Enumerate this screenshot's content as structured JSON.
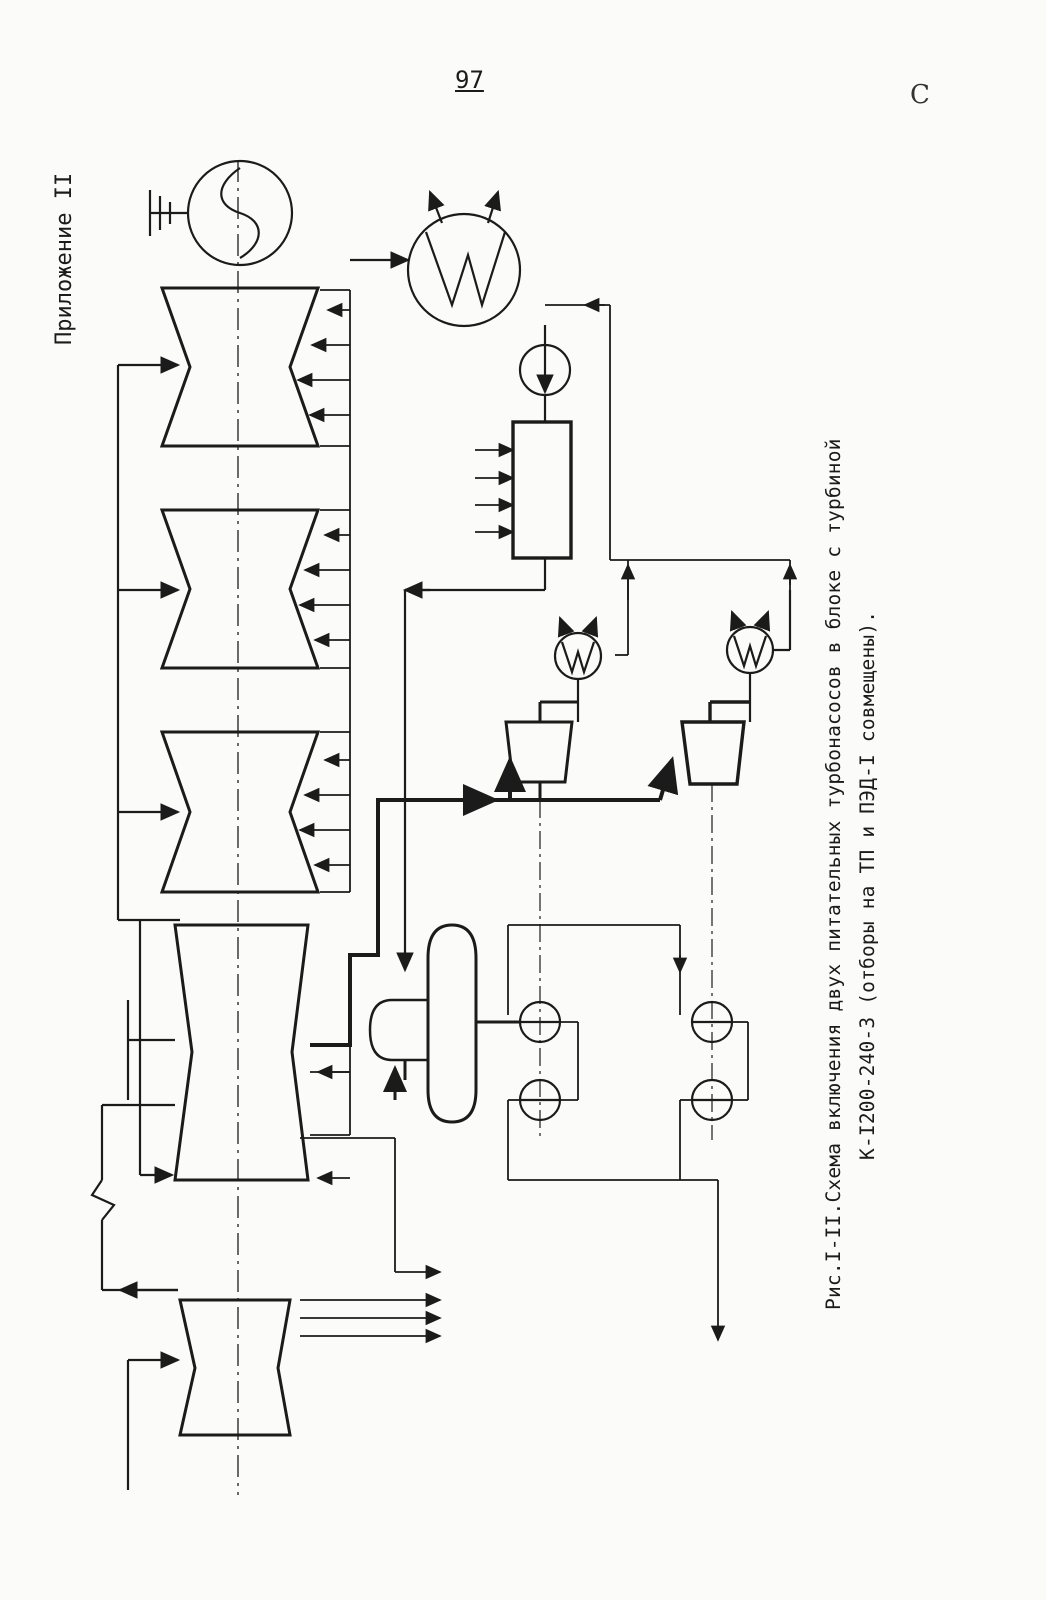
{
  "page": {
    "number": "97",
    "appendix_label": "Приложение II",
    "corner_mark": "C"
  },
  "figure": {
    "caption_line1": "Рис.I-II.Схема включения двух питательных турбонасосов в блоке с турбиной",
    "caption_line2": "К-I200-240-3 (отборы на ТП и ПЭД-I совмещены)."
  },
  "colors": {
    "ink": "#1b1b1b",
    "paper": "#fbfbf9"
  }
}
